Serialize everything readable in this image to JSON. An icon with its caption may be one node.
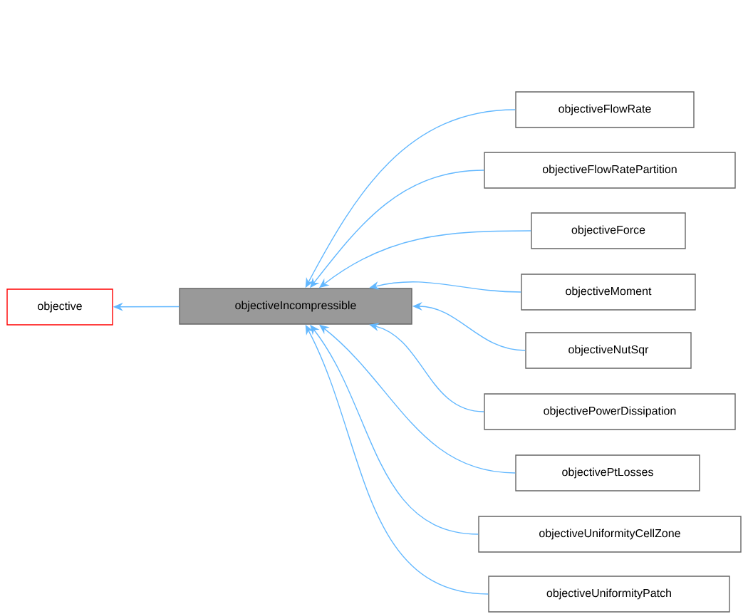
{
  "diagram": {
    "nodes": [
      {
        "text": [
          "objective"
        ]
      },
      {
        "text": [
          "objectiveIncompressible"
        ]
      },
      {
        "text": [
          "objectiveFlowRate"
        ]
      },
      {
        "text": [
          "objectiveFlowRatePartition"
        ]
      },
      {
        "text": [
          "objectiveForce"
        ]
      },
      {
        "text": [
          "objectiveMoment"
        ]
      },
      {
        "text": [
          "objectiveNutSqr"
        ]
      },
      {
        "text": [
          "objectivePowerDissipation"
        ]
      },
      {
        "text": [
          "objectivePtLosses"
        ]
      },
      {
        "text": [
          "objectiveUniformityCellZone"
        ]
      },
      {
        "text": [
          "objectiveUniformityPatch"
        ]
      }
    ],
    "edges": [
      {
        "from": 1,
        "to": 0,
        "arrow": "to"
      },
      {
        "from": 2,
        "to": 1,
        "arrow": "to"
      },
      {
        "from": 3,
        "to": 1,
        "arrow": "to"
      },
      {
        "from": 4,
        "to": 1,
        "arrow": "to"
      },
      {
        "from": 5,
        "to": 1,
        "arrow": "to"
      },
      {
        "from": 6,
        "to": 1,
        "arrow": "to"
      },
      {
        "from": 7,
        "to": 1,
        "arrow": "to"
      },
      {
        "from": 8,
        "to": 1,
        "arrow": "to"
      },
      {
        "from": 9,
        "to": 1,
        "arrow": "to"
      },
      {
        "from": 10,
        "to": 1,
        "arrow": "to"
      }
    ]
  }
}
